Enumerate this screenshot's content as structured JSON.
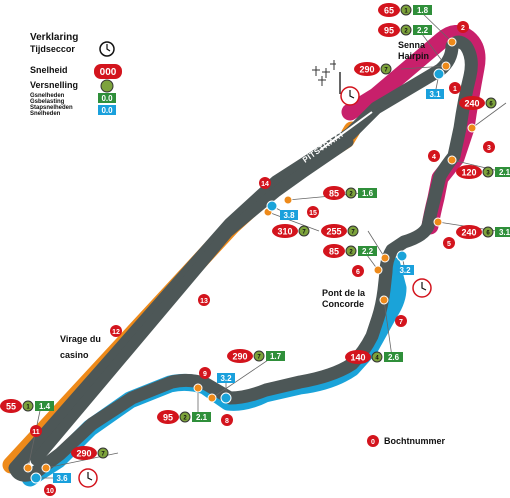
{
  "legend": {
    "lines": [
      "Verklaring",
      "Tijdseccor",
      "Snelheid",
      "Versnelling",
      "Gsnelheden",
      "Gsbelasting",
      "Stapsnelheden",
      "Snelheden"
    ],
    "speed_sample": "000",
    "gforce_values": [
      "0.0",
      "0.0"
    ]
  },
  "labels": {
    "senna_hairpin": [
      "Senna",
      "Hairpin"
    ],
    "pont": [
      "Pont de la",
      "Concorde"
    ],
    "virage": [
      "Virage du",
      "casino"
    ],
    "pitstraat": "PITSTRAAT",
    "bochtnummer": "Bochtnummer"
  },
  "corners": [
    "1",
    "2",
    "3",
    "4",
    "5",
    "6",
    "7",
    "8",
    "9",
    "10",
    "11",
    "12",
    "13",
    "14",
    "15"
  ],
  "speed_boxes": [
    {
      "speed": "65",
      "gear": "1",
      "g": "1.8"
    },
    {
      "speed": "95",
      "gear": "2",
      "g": "2.2"
    },
    {
      "speed": "290",
      "gear": "7",
      "g": ""
    },
    {
      "speed": "240",
      "gear": "6",
      "g": ""
    },
    {
      "speed": "120",
      "gear": "3",
      "g": "2.1"
    },
    {
      "speed": "240",
      "gear": "6",
      "g": "3.1"
    },
    {
      "speed": "255",
      "gear": "7",
      "g": ""
    },
    {
      "speed": "85",
      "gear": "2",
      "g": "2.2"
    },
    {
      "speed": "140",
      "gear": "4",
      "g": "2.6"
    },
    {
      "speed": "290",
      "gear": "7",
      "g": "1.7"
    },
    {
      "speed": "95",
      "gear": "2",
      "g": "2.1"
    },
    {
      "speed": "55",
      "gear": "1",
      "g": "1.4"
    },
    {
      "speed": "290",
      "gear": "7",
      "g": ""
    },
    {
      "speed": "85",
      "gear": "2",
      "g": "1.6"
    },
    {
      "speed": "310",
      "gear": "7",
      "g": ""
    }
  ],
  "lateral_boxes": [
    "3.1",
    "3.2",
    "3.2",
    "3.6",
    "3.8"
  ],
  "colors": {
    "track": "#4d5757",
    "sector_red": "#c8206b",
    "sector_orange": "#ee8a1a",
    "sector_blue": "#1aa3d9",
    "corner_red": "#d3141d",
    "box_green": "#2f8f3a",
    "box_blue": "#1aa0dc"
  }
}
